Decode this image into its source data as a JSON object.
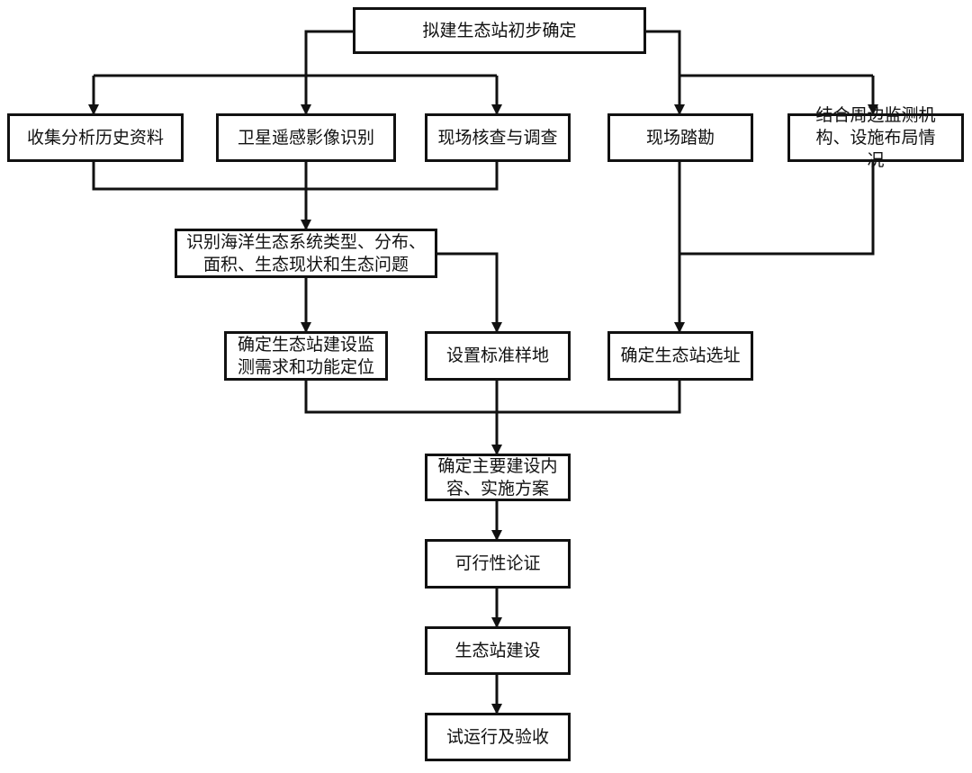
{
  "nodes": {
    "start": "拟建生态站初步确定",
    "collect": "收集分析历史资料",
    "satellite": "卫星遥感影像识别",
    "field_check": "现场核查与调查",
    "survey": "现场踏勘",
    "surroundings": "结合周边监测机构、设施布局情况",
    "identify": "识别海洋生态系统类型、分布、面积、生态现状和生态问题",
    "monitor_needs": "确定生态站建设监测需求和功能定位",
    "sample_plot": "设置标准样地",
    "site_select": "确定生态站选址",
    "main_content": "确定主要建设内容、实施方案",
    "feasibility": "可行性论证",
    "construction": "生态站建设",
    "trial": "试运行及验收"
  },
  "colors": {
    "stroke": "#111111",
    "background": "#ffffff"
  }
}
